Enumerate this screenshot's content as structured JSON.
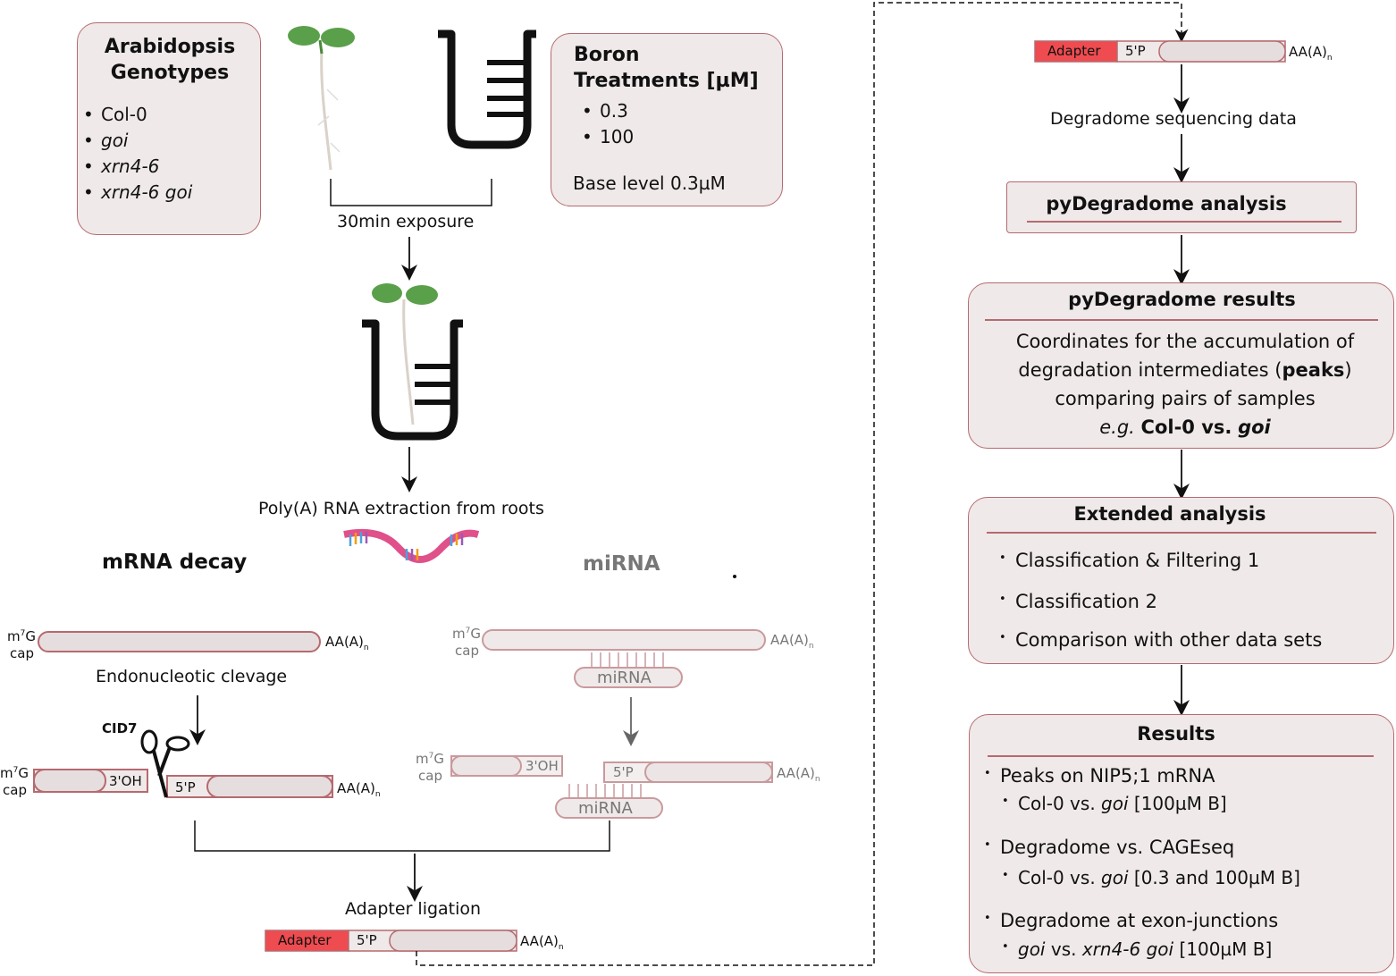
{
  "genotypes": {
    "title_line1": "Arabidopsis",
    "title_line2": "Genotypes",
    "items": [
      "Col-0",
      "goi",
      "xrn4-6",
      "xrn4-6 goi"
    ]
  },
  "boron": {
    "title_line1": "Boron",
    "title_line2": "Treatments [µM]",
    "items": [
      "0.3",
      "100"
    ],
    "base_level": "Base level 0.3µM"
  },
  "exposure_label": "30min exposure",
  "extraction_label": "Poly(A) RNA extraction from roots",
  "mrna_decay": {
    "title": "mRNA decay",
    "cap_m7g": "m7G",
    "cap_m": "m",
    "cap_sup": "7",
    "cap_g": "G",
    "cap_word": "cap",
    "polya": "AA(A)",
    "polya_sub": "n",
    "cleavage_label": "Endonucleotic clevage",
    "cid7": "CID7",
    "oh3": "3'OH",
    "p5": "5'P"
  },
  "mirna": {
    "title": "miRNA",
    "mirna_label": "miRNA",
    "oh3": "3'OH",
    "p5": "5'P"
  },
  "adapter_ligation": "Adapter ligation",
  "adapter": "Adapter",
  "p5_label": "5'P",
  "degradome_data": "Degradome sequencing data",
  "pydegradome_analysis": "pyDegradome analysis",
  "pydegradome_results": {
    "title": "pyDegradome results",
    "line1": "Coordinates for the accumulation of",
    "line2_pre": "degradation intermediates (",
    "line2_bold": "peaks",
    "line2_post": ")",
    "line3": "comparing pairs of samples",
    "line4_it": "e.g.",
    "line4_bold": "Col-0 vs.",
    "line4_bolditalic": "goi"
  },
  "extended": {
    "title": "Extended analysis",
    "items": [
      "Classification & Filtering 1",
      "Classification 2",
      "Comparison with other data sets"
    ]
  },
  "results": {
    "title": "Results",
    "item1": "Peaks on NIP5;1 mRNA",
    "item1_sub_pre": "Col-0 vs.",
    "item1_sub_it": "goi",
    "item1_sub_post": "[100µM B]",
    "item2": "Degradome vs. CAGEseq",
    "item2_sub_pre": "Col-0 vs.",
    "item2_sub_it": "goi",
    "item2_sub_post": "[0.3 and 100µM B]",
    "item3": "Degradome at exon-junctions",
    "item3_sub_it1": "goi",
    "item3_sub_mid": "vs.",
    "item3_sub_it2": "xrn4-6 goi",
    "item3_sub_post": "[100µM B]"
  },
  "colors": {
    "box_fill": "#f0e9e9",
    "box_border": "#b56a6f",
    "adapter_red": "#ee4c50",
    "plant_green": "#5aa04a",
    "rna_pink": "#e0508a"
  }
}
